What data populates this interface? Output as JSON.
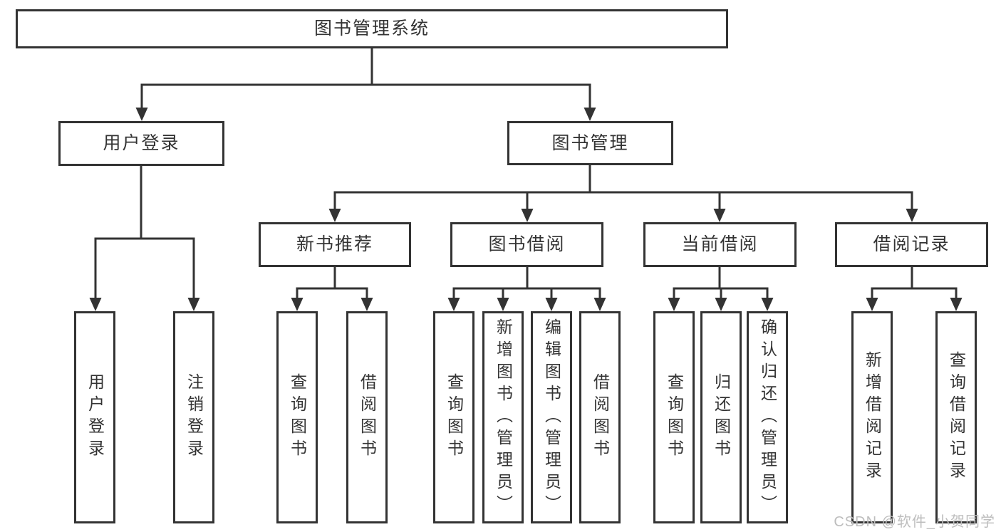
{
  "diagram": {
    "root": "图书管理系统",
    "userLogin": {
      "label": "用户登录",
      "children": [
        "用户登录",
        "注销登录"
      ]
    },
    "bookManage": {
      "label": "图书管理",
      "sections": [
        {
          "label": "新书推荐",
          "children": [
            "查询图书",
            "借阅图书"
          ]
        },
        {
          "label": "图书借阅",
          "children": [
            "查询图书",
            "新增图书（管理员）",
            "编辑图书（管理员）",
            "借阅图书"
          ]
        },
        {
          "label": "当前借阅",
          "children": [
            "查询图书",
            "归还图书",
            "确认归还（管理员）"
          ]
        },
        {
          "label": "借阅记录",
          "children": [
            "新增借阅记录",
            "查询借阅记录"
          ]
        }
      ]
    }
  },
  "watermark": {
    "text": "CSDN @软件_小贺同学"
  },
  "colors": {
    "line": "#333333",
    "text": "#333333",
    "box_background": "#ffffff",
    "page_background": "#ffffff",
    "watermark": "#bdbdbd"
  }
}
